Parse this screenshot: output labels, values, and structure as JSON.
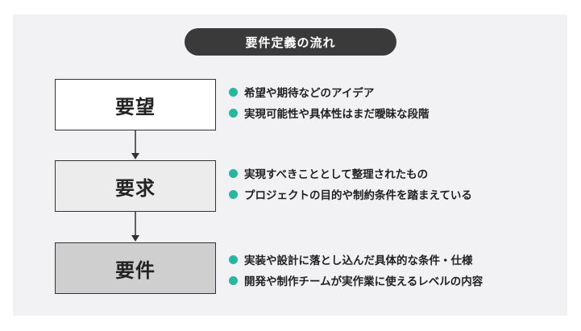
{
  "title": "要件定義の流れ",
  "accent_color": "#2bb5a0",
  "stages": [
    {
      "label": "要望",
      "fill": "#ffffff",
      "bullets": [
        "希望や期待などのアイデア",
        "実現可能性や具体性はまだ曖昧な段階"
      ]
    },
    {
      "label": "要求",
      "fill": "#ececec",
      "bullets": [
        "実現すべきこととして整理されたもの",
        "プロジェクトの目的や制約条件を踏まえている"
      ]
    },
    {
      "label": "要件",
      "fill": "#cfcfcf",
      "bullets": [
        "実装や設計に落とし込んだ具体的な条件・仕様",
        "開発や制作チームが実作業に使えるレベルの内容"
      ]
    }
  ]
}
